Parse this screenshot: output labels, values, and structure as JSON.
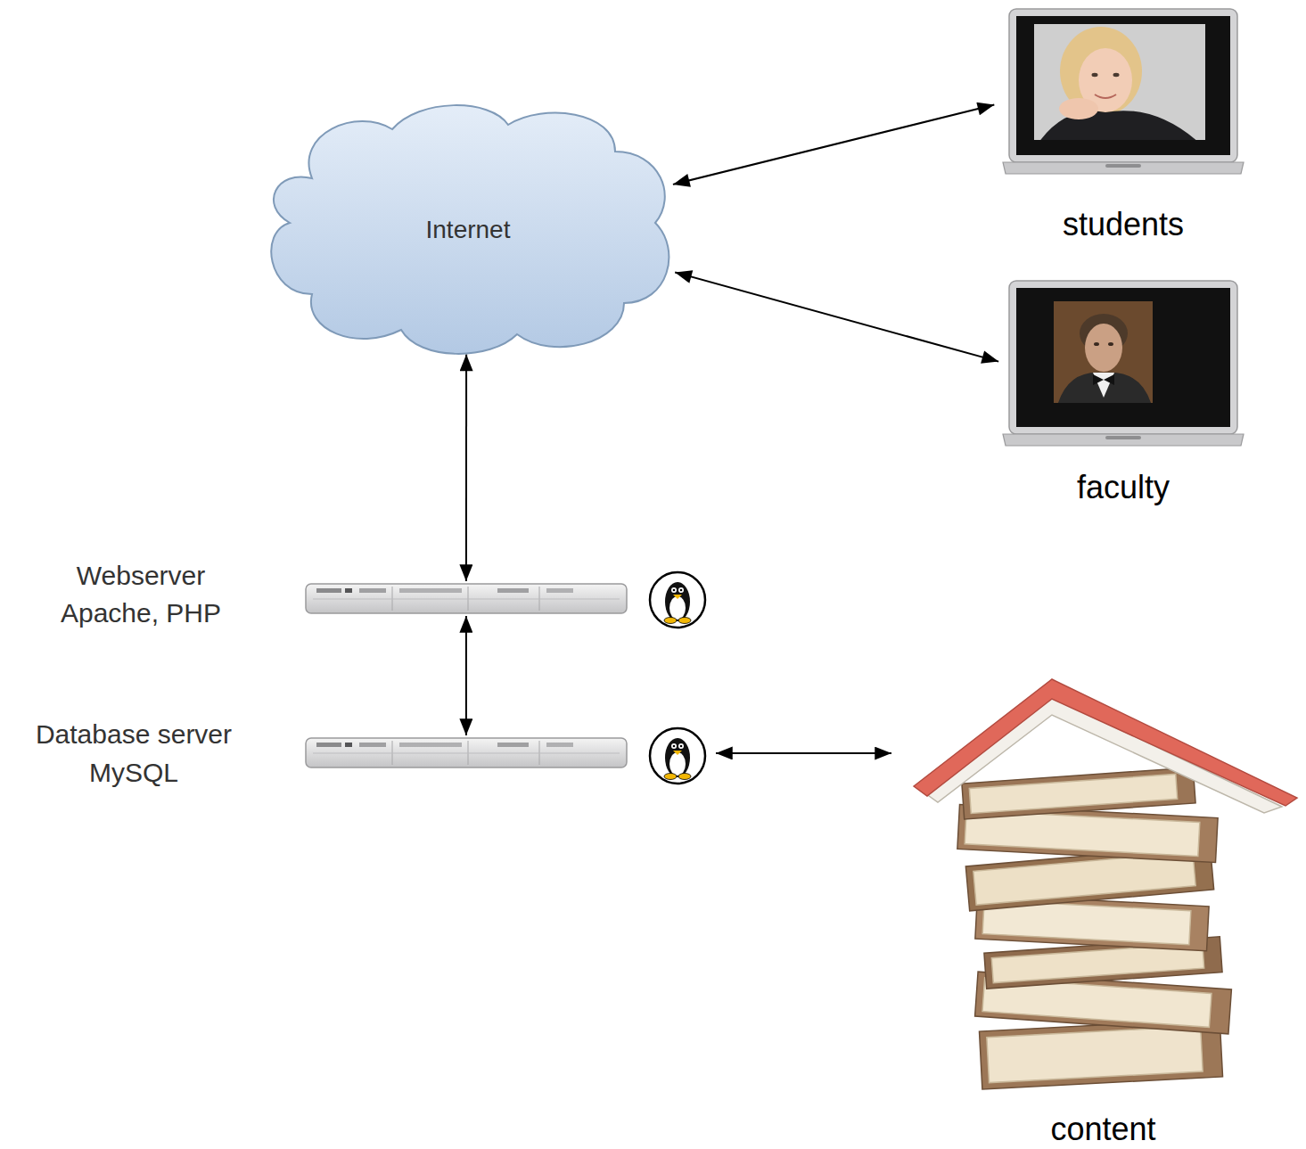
{
  "diagram": {
    "nodes": [
      {
        "text": [
          "Internet"
        ]
      },
      {
        "text": [
          "students"
        ]
      },
      {
        "text": [
          "faculty"
        ]
      },
      {
        "text": [
          "Webserver Apache, PHP"
        ]
      },
      {
        "text": [
          "Database server MySQL"
        ]
      },
      {
        "text": [
          "content"
        ]
      }
    ],
    "edges": [
      {
        "from": 0,
        "to": 1,
        "arrow": "both"
      },
      {
        "from": 0,
        "to": 2,
        "arrow": "both"
      },
      {
        "from": 0,
        "to": 3,
        "arrow": "both"
      },
      {
        "from": 3,
        "to": 4,
        "arrow": "both"
      },
      {
        "from": 4,
        "to": 5,
        "arrow": "both"
      }
    ]
  }
}
